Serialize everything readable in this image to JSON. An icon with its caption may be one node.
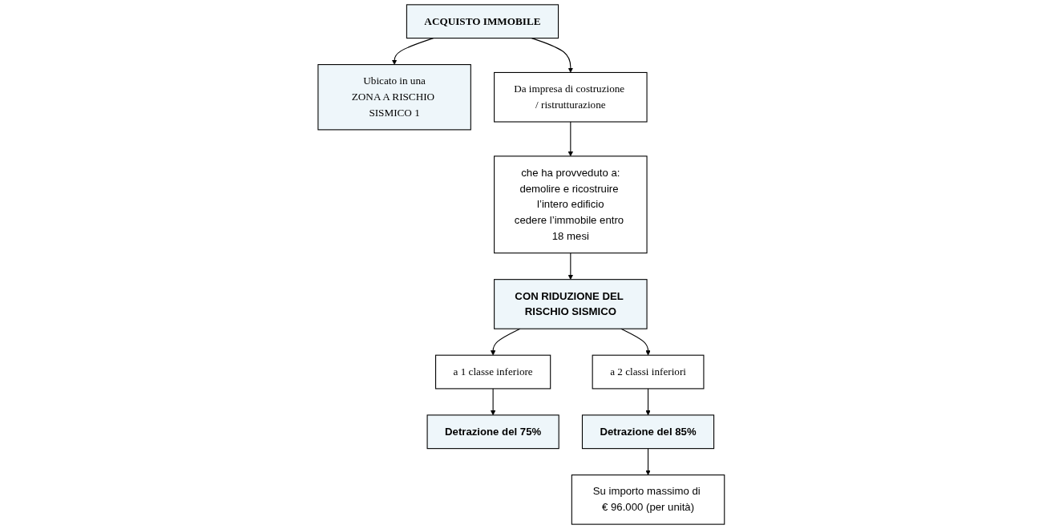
{
  "diagram": {
    "nodes": [
      {
        "text": [
          "ACQUISTO IMMOBILE"
        ]
      },
      {
        "text": [
          "Ubicato in una",
          "ZONA A RISCHIO SISMICO 1"
        ]
      },
      {
        "text": [
          "Da impresa di costruzione / ristrutturazione"
        ]
      },
      {
        "text": [
          "che ha provveduto a:",
          "demolire e ricostruire l’intero edificio",
          "cedere l’immobile entro 18 mesi"
        ]
      },
      {
        "text": [
          "CON RIDUZIONE DEL RISCHIO SISMICO"
        ]
      },
      {
        "text": [
          "Detrazione del 75%"
        ]
      },
      {
        "text": [
          "a 1 classe inferiore"
        ]
      },
      {
        "text": [
          "Detrazione del 85%"
        ]
      },
      {
        "text": [
          "a 2 classi inferiori"
        ]
      },
      {
        "text": [
          "Su importo massimo di € 96.000 (per unità)"
        ]
      }
    ],
    "edges": [
      {
        "from": 0,
        "to": 1,
        "arrow": "to"
      },
      {
        "from": 0,
        "to": 2,
        "arrow": "to"
      },
      {
        "from": 2,
        "to": 3,
        "arrow": "to"
      },
      {
        "from": 3,
        "to": 4,
        "arrow": "to"
      },
      {
        "from": 4,
        "to": 6,
        "arrow": "to"
      },
      {
        "from": 4,
        "to": 8,
        "arrow": "to"
      },
      {
        "from": 6,
        "to": 5,
        "arrow": "to"
      },
      {
        "from": 8,
        "to": 7,
        "arrow": "to"
      },
      {
        "from": 7,
        "to": 9,
        "arrow": "to"
      }
    ]
  }
}
